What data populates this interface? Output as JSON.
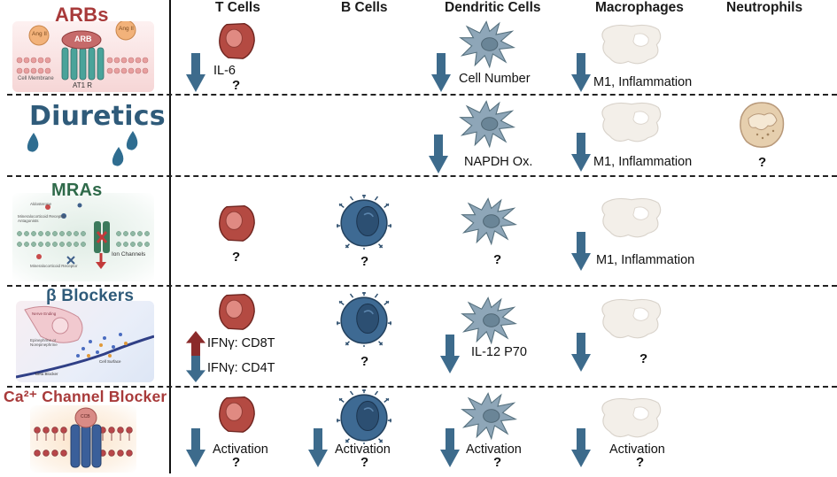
{
  "columns": [
    "T Cells",
    "B Cells",
    "Dendritic Cells",
    "Macrophages",
    "Neutrophils"
  ],
  "colors": {
    "arrow_down": "#3d6b8c",
    "arrow_up": "#8b2b2b",
    "tcell": "#b44a42",
    "bcell": "#3e6a93",
    "dendritic": "#8ea6b8",
    "macrophage": "#f3efe9",
    "neutrophil": "#e6cfae",
    "arbs_title": "#a83a3a",
    "diuretics_title": "#2f5b7a",
    "mras_title": "#2f6a4a",
    "bblock_title": "#2f5b7a",
    "ca_title": "#a83a3a"
  },
  "rows": [
    {
      "drug": "ARBs",
      "illustration_labels": [
        "Ang II",
        "ARB",
        "Ang II",
        "Cell Membrane",
        "AT1 R"
      ],
      "tcell": {
        "arrow": "down",
        "label": "IL-6",
        "question": "?"
      },
      "dendritic": {
        "arrow": "down",
        "label": "Cell Number"
      },
      "macrophage": {
        "arrow": "down",
        "label": "M1, Inflammation"
      }
    },
    {
      "drug": "Diuretics",
      "dendritic": {
        "arrow": "down",
        "label": "NAPDH Ox."
      },
      "macrophage": {
        "arrow": "down",
        "label": "M1, Inflammation"
      },
      "neutrophil": {
        "question": "?"
      }
    },
    {
      "drug": "MRAs",
      "illustration_labels": [
        "Aldosterone",
        "Mineralocorticoid Receptor Antagonists",
        "Ion Channels",
        "Mineralocorticoid Receptor"
      ],
      "tcell": {
        "question": "?"
      },
      "bcell": {
        "question": "?"
      },
      "dendritic": {
        "question": "?"
      },
      "macrophage": {
        "arrow": "down",
        "label": "M1, Inflammation"
      }
    },
    {
      "drug": "β Blockers",
      "illustration_labels": [
        "Nerve Ending",
        "Epinephrine or Norepinephrine",
        "Cell Surface",
        "Beta Blocker"
      ],
      "tcell": {
        "arrow_up_label": "IFNγ: CD8T",
        "arrow_down_label": "IFNγ: CD4T"
      },
      "bcell": {
        "question": "?"
      },
      "dendritic": {
        "arrow": "down",
        "label": "IL-12 P70"
      },
      "macrophage": {
        "arrow": "down",
        "question": "?"
      }
    },
    {
      "drug": "Ca²⁺ Channel Blocker",
      "illustration_labels": [
        "CCB"
      ],
      "tcell": {
        "arrow": "down",
        "label": "Activation",
        "question": "?"
      },
      "bcell": {
        "arrow": "down",
        "label": "Activation",
        "question": "?"
      },
      "dendritic": {
        "arrow": "down",
        "label": "Activation",
        "question": "?"
      },
      "macrophage": {
        "arrow": "down",
        "label": "Activation",
        "question": "?"
      }
    }
  ]
}
